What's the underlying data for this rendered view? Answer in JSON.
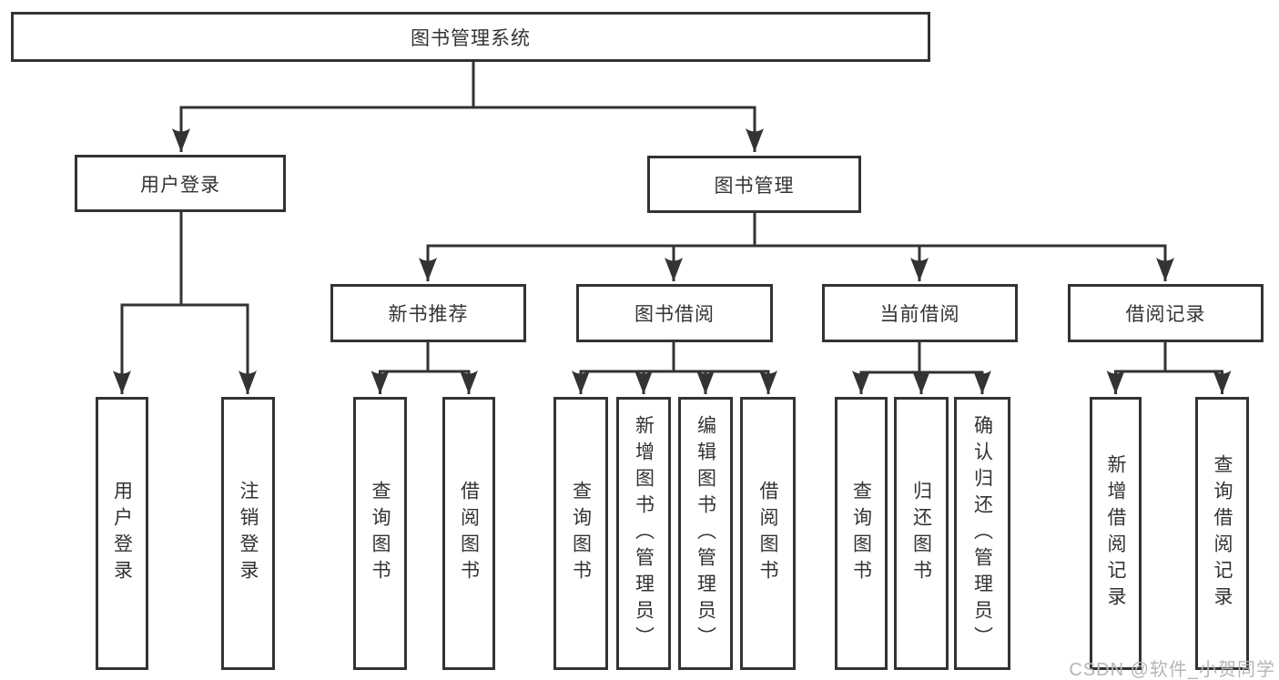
{
  "tree": {
    "root": {
      "label": "图书管理系统"
    },
    "branches": [
      {
        "label": "用户登录",
        "children": [
          {
            "label": "用户登录"
          },
          {
            "label": "注销登录"
          }
        ]
      },
      {
        "label": "图书管理",
        "children": [
          {
            "label": "新书推荐",
            "children": [
              {
                "label": "查询图书"
              },
              {
                "label": "借阅图书"
              }
            ]
          },
          {
            "label": "图书借阅",
            "children": [
              {
                "label": "查询图书"
              },
              {
                "label": "新增图书（管理员）"
              },
              {
                "label": "编辑图书（管理员）"
              },
              {
                "label": "借阅图书"
              }
            ]
          },
          {
            "label": "当前借阅",
            "children": [
              {
                "label": "查询图书"
              },
              {
                "label": "归还图书"
              },
              {
                "label": "确认归还（管理员）"
              }
            ]
          },
          {
            "label": "借阅记录",
            "children": [
              {
                "label": "新增借阅记录"
              },
              {
                "label": "查询借阅记录"
              }
            ]
          }
        ]
      }
    ]
  },
  "watermark": {
    "text": "CSDN @软件_小贺同学"
  },
  "colors": {
    "line": "#333333",
    "box_border": "#333333",
    "box_fill": "#ffffff",
    "text": "#333333",
    "watermark": "#b5b5b5",
    "background": "#ffffff"
  }
}
